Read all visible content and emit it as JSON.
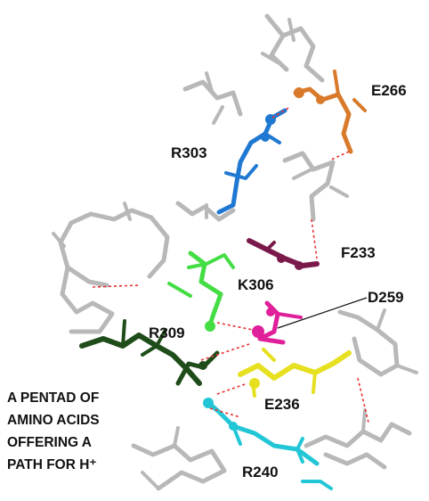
{
  "labels": {
    "e266": "E266",
    "r303": "R303",
    "f233": "F233",
    "k306": "K306",
    "d259": "D259",
    "r309": "R309",
    "e236": "E236",
    "r240": "R240"
  },
  "caption": {
    "line1": "A  PENTAD OF",
    "line2": "AMINO ACIDS",
    "line3": "OFFERING A",
    "line4": "PATH FOR H⁺"
  },
  "colors": {
    "gray": "#b8b8b8",
    "orange": "#d97a2b",
    "blue": "#1f78d1",
    "maroon": "#7a1a4a",
    "light_green": "#44dd44",
    "magenta": "#e0209a",
    "dark_green": "#1f4d1a",
    "yellow": "#e6e020",
    "cyan": "#22c6d6",
    "hbond": "#e83030"
  }
}
